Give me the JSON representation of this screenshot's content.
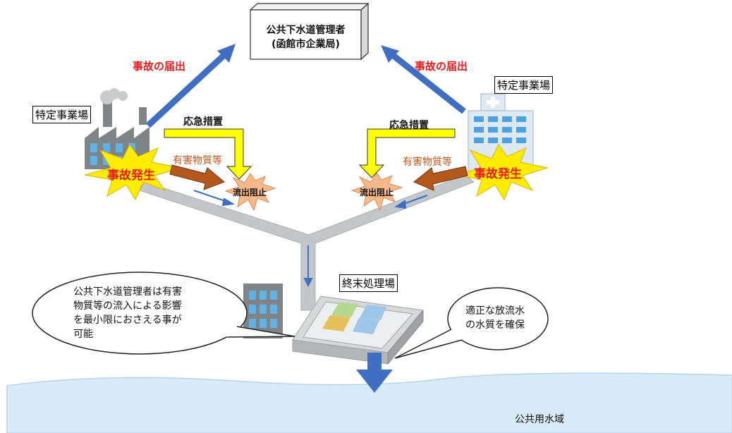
{
  "manager": {
    "line1": "公共下水道管理者",
    "line2": "(函館市企業局)"
  },
  "left": {
    "site_label": "特定事業場",
    "report_label": "事故の届出",
    "response_label": "応急措置",
    "substance_label": "有害物質等",
    "accident_label": "事故発生",
    "block_label": "流出阻止"
  },
  "right": {
    "site_label": "特定事業場",
    "report_label": "事故の届出",
    "response_label": "応急措置",
    "substance_label": "有害物質等",
    "accident_label": "事故発生",
    "block_label": "流出阻止"
  },
  "plant": {
    "label": "終末処理場"
  },
  "bubble_left": {
    "lines": [
      "公共下水道管理者は有害",
      "物質等の流入による影響",
      "を最小限におさえる事が",
      "可能"
    ]
  },
  "bubble_right": {
    "lines": [
      "適正な放流水",
      "の水質を確保"
    ]
  },
  "water": {
    "label": "公共用水域"
  },
  "colors": {
    "report_arrow": "#3f6fc3",
    "response_arrow": "#ffff00",
    "substance_arrow": "#b4581b",
    "accident_burst": "#ffed00",
    "block_burst": "#f8b98a",
    "pipe": "#c0c4c6",
    "water": "#d8ebf8",
    "alert_text": "#e81c1c"
  }
}
